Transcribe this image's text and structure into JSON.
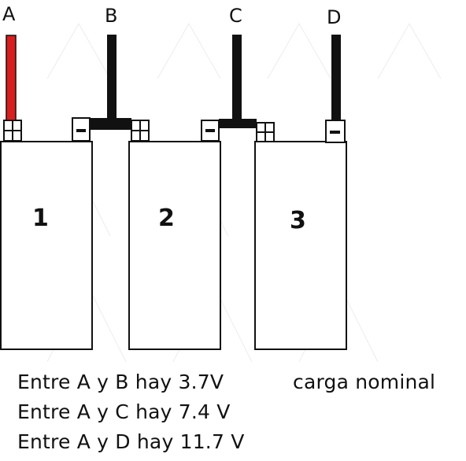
{
  "terminals": [
    "A",
    "B",
    "C",
    "D"
  ],
  "cells": [
    "1",
    "2",
    "3"
  ],
  "lines": [
    "Entre A y B hay 3.7V",
    "Entre A y C hay 7.4 V",
    "Entre A y D hay 11.7 V"
  ],
  "note": "carga nominal",
  "colors": {
    "positive_lead": "#d81e1e",
    "lead": "#111111",
    "outline": "#111111"
  }
}
